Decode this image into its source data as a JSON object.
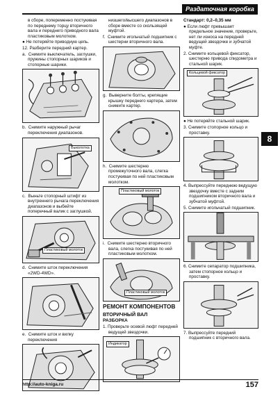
{
  "header": {
    "section_title": "Раздаточная коробка"
  },
  "side_tab": "8",
  "col1": {
    "intro": "в сборе, попеременно постукивая по переднему торцу вторичного вала и переднего приводного вала пластиковым молотком.",
    "bullet_chain": "Не потеряйте приводную цепь.",
    "step12": "12. Разберите передний картер.",
    "step_a_label": "a.",
    "step_a": "Снимите выключатель, заглушки, пружины стопорных шариков и стопорные шарики.",
    "step_b_label": "b.",
    "step_b": "Снимите наружный рычаг переключения диапазонов.",
    "fig_b_callout": "Выколотка",
    "step_c_label": "c.",
    "step_c": "Выньте стопорный штифт из внутреннего рычага переключения диапазонов и выбейте поперечный валик с заглушкой.",
    "fig_c_callout": "Пластиковый молоток",
    "step_d_label": "d.",
    "step_d": "Снимите шток переключения «2WD-4WD».",
    "step_e_label": "e.",
    "step_e": "Снимите шток и вилку переключения"
  },
  "col2": {
    "cont": "низшего/высшего диапазонов в сборе вместе со скользящей муфтой.",
    "step_f_label": "f.",
    "step_f": "Снимите игольчатый подшипник с шестерни вторичного вала.",
    "step_g_label": "g.",
    "step_g": "Выверните болты, крепящие крышку переднего картера, затем снимите картер.",
    "step_h_label": "h.",
    "step_h": "Снимите шестерню промежуточного вала, слегка постукивая по ней пластиковым молотком.",
    "fig_h_callout": "Пластиковый молоток",
    "step_i_label": "i.",
    "step_i": "Снимите шестерню вторичного вала, слегка постукивая по ней пластиковым молотком.",
    "fig_i_callout": "Пластиковый молоток",
    "heading_repair": "РЕМОНТ КОМПОНЕНТОВ",
    "heading_shaft": "ВТОРИЧНЫЙ ВАЛ",
    "heading_disassembly": "РАЗБОРКА",
    "step1": "1. Проверьте осевой люфт передней ведущей звездочки.",
    "fig1_callout": "Индикатор"
  },
  "col3": {
    "standard": "Стандарт: 0,2–0,35 мм",
    "bullet_play": "Если люфт превышает предельное значение, проверьте, нет ли износа на передней ведущей звездочке и зубчатой муфте.",
    "step2": "2. Снимите кольцевой фиксатор, шестерню привода спидометра и стальной шарик.",
    "fig2_callout": "Кольцевой фиксатор",
    "bullet_ball": "Не потеряйте стальной шарик.",
    "step3": "3. Снимите стопорное кольцо и проставку.",
    "step4": "4. Выпрессуйте переднюю ведущую звездочку вместе с задним подшипником вторичного вала и зубчатой муфтой.",
    "step5": "5. Снимите игольчатый подшипник.",
    "step6": "6. Снимите сепаратор подшипника, затем стопорное кольцо и проставку.",
    "step7": "7. Выпрессуйте передний подшипник с вторичного вала."
  },
  "footer": {
    "url": "http://auto-kniga.ru",
    "page_number": "157"
  }
}
